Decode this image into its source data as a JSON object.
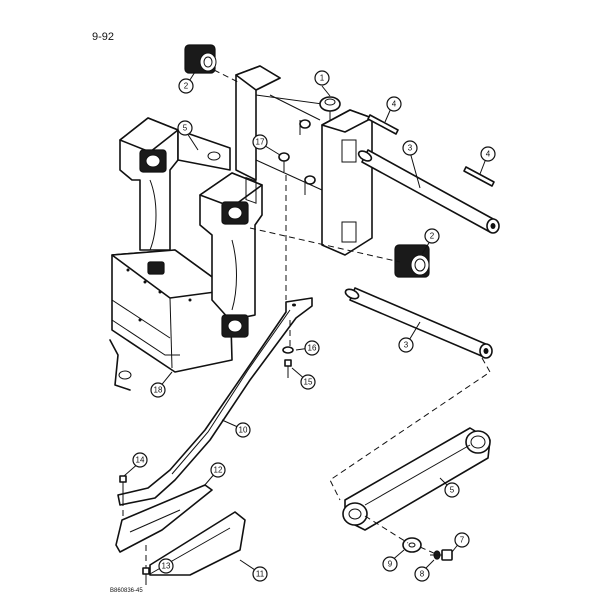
{
  "page_number": "9-92",
  "figure_code": "B860836-45",
  "callouts": [
    {
      "id": "c1-top",
      "label": "1"
    },
    {
      "id": "c2-top",
      "label": "2"
    },
    {
      "id": "c2-right",
      "label": "2"
    },
    {
      "id": "c3-upper",
      "label": "3"
    },
    {
      "id": "c3-lower",
      "label": "3"
    },
    {
      "id": "c4-left",
      "label": "4"
    },
    {
      "id": "c4-right",
      "label": "4"
    },
    {
      "id": "c5-frame",
      "label": "5"
    },
    {
      "id": "c5-link",
      "label": "5"
    },
    {
      "id": "c7",
      "label": "7"
    },
    {
      "id": "c8",
      "label": "8"
    },
    {
      "id": "c9",
      "label": "9"
    },
    {
      "id": "c10",
      "label": "10"
    },
    {
      "id": "c11",
      "label": "11"
    },
    {
      "id": "c12",
      "label": "12"
    },
    {
      "id": "c13",
      "label": "13"
    },
    {
      "id": "c14",
      "label": "14"
    },
    {
      "id": "c15",
      "label": "15"
    },
    {
      "id": "c16",
      "label": "16"
    },
    {
      "id": "c17",
      "label": "17"
    },
    {
      "id": "c18",
      "label": "18"
    }
  ]
}
